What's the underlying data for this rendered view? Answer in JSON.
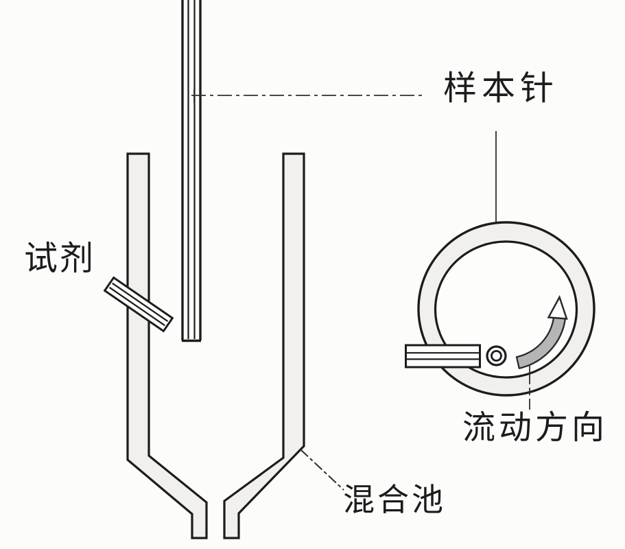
{
  "figure": {
    "type": "technical-line-diagram",
    "labels": {
      "sample_needle": "样本针",
      "reagent": "试剂",
      "mixing_pool": "混合池",
      "flow_direction": "流动方向"
    },
    "icons": {
      "flow_arrow": "curved-counterclockwise-arrow-icon",
      "needle_cross_section": "concentric-circles-icon"
    },
    "colors": {
      "ink": "#1c1c1c",
      "leader": "#2e2e2e",
      "paper": "#fcfcfb",
      "fill_white": "#fdfdfc",
      "wall_fill": "#f1f0ed",
      "arrow_fill": "#b5b5b5",
      "arrow_outline": "#2a2a2a"
    }
  }
}
